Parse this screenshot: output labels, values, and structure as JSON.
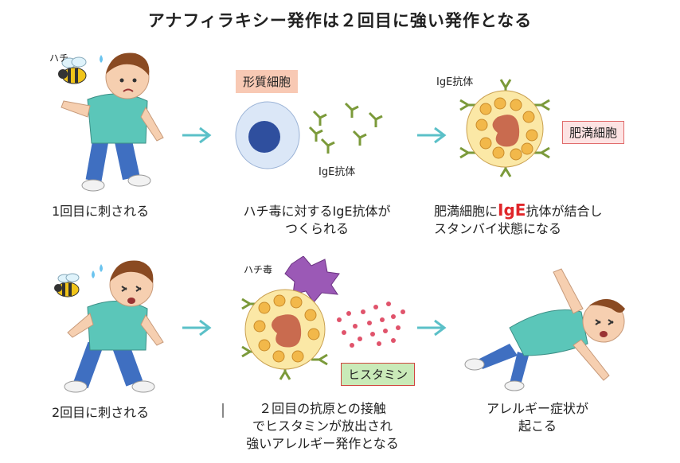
{
  "title": "アナフィラキシー発作は２回目に強い発作となる",
  "row1": {
    "bee_label": "ハチ",
    "plasma_cell_label": "形質細胞",
    "ige_label_1": "IgE抗体",
    "ige_label_2": "IgE抗体",
    "mast_cell_label": "肥満細胞",
    "caption_1": "1回目に刺される",
    "caption_2_line1": "ハチ毒に対するIgE抗体が",
    "caption_2_line2": "つくられる",
    "caption_3_pre": "肥満細胞に",
    "caption_3_hl": "IgE",
    "caption_3_post": "抗体が結合し",
    "caption_3_line2": "スタンバイ状態になる"
  },
  "row2": {
    "venom_label": "ハチ毒",
    "histamine_label": "ヒスタミン",
    "caption_1": "2回目に刺される",
    "caption_2_line1": "２回目の抗原との接触",
    "caption_2_line2": "でヒスタミンが放出され",
    "caption_2_line3": "強いアレルギー発作となる",
    "caption_3_line1": "アレルギー症状が",
    "caption_3_line2": "起こる"
  },
  "colors": {
    "arrow": "#5bc0c8",
    "plasma_box": "#f8c9b4",
    "mast_box_bg": "#fde3e3",
    "mast_box_border": "#e06a6a",
    "histamine_box_bg": "#c9eab8",
    "histamine_box_border": "#d0453f",
    "antibody": "#7b9a3a",
    "granule": "#f2b84a",
    "cell_body": "#fbe8a6",
    "nucleus": "#c96b4f",
    "histamine_dot": "#e0536b",
    "venom": "#9b59b6"
  }
}
